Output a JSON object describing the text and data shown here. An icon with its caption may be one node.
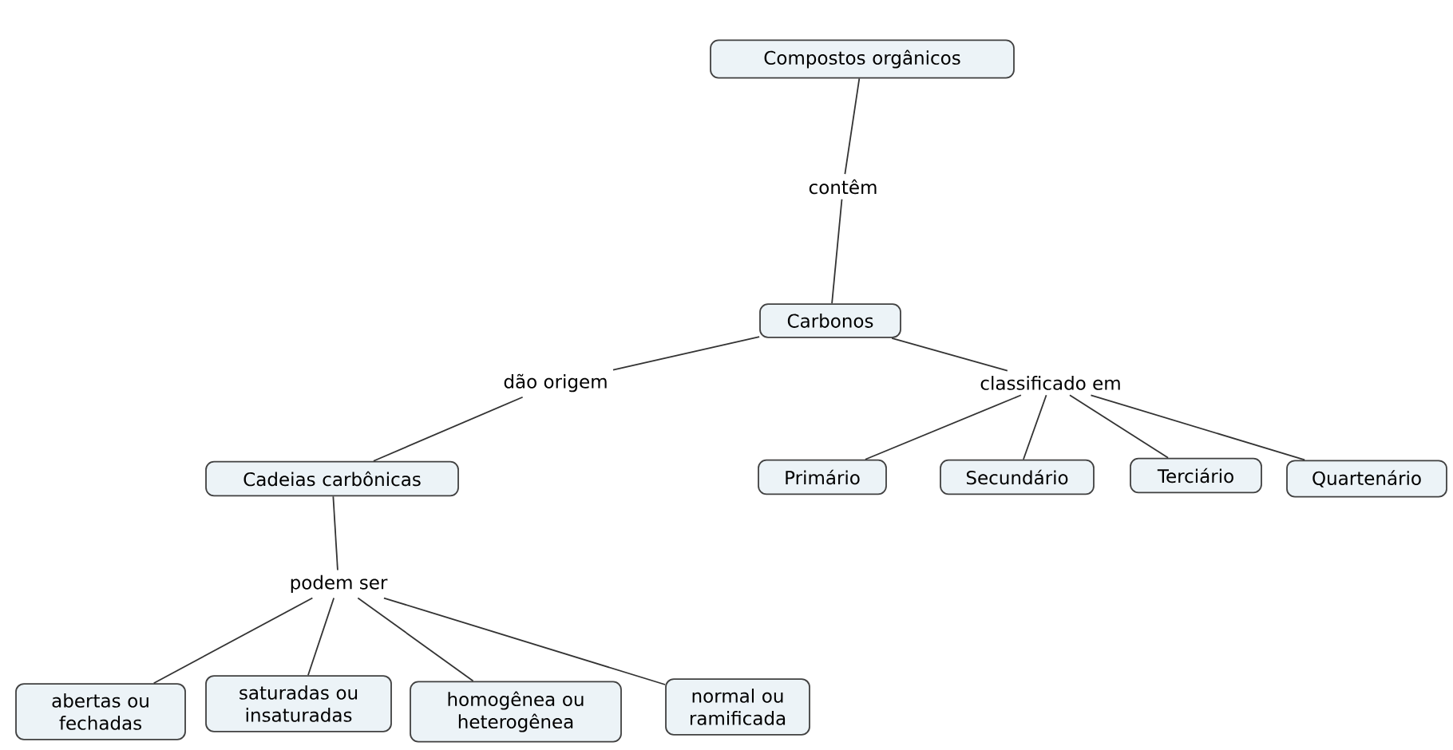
{
  "diagram": {
    "nodes": [
      {
        "text": [
          "Compostos orgânicos"
        ]
      },
      {
        "text": [
          "contêm"
        ]
      },
      {
        "text": [
          "Carbonos"
        ]
      },
      {
        "text": [
          "dão origem"
        ]
      },
      {
        "text": [
          "classificado em"
        ]
      },
      {
        "text": [
          "Cadeias carbônicas"
        ]
      },
      {
        "text": [
          "Primário"
        ]
      },
      {
        "text": [
          "Secundário"
        ]
      },
      {
        "text": [
          "Terciário"
        ]
      },
      {
        "text": [
          "Quartenário"
        ]
      },
      {
        "text": [
          "podem ser"
        ]
      },
      {
        "text": [
          "abertas ou fechadas"
        ]
      },
      {
        "text": [
          "saturadas ou insaturadas"
        ]
      },
      {
        "text": [
          "homogênea ou heterogênea"
        ]
      },
      {
        "text": [
          "normal ou ramificada"
        ]
      }
    ],
    "edges": [
      {
        "from": 0,
        "to": 1,
        "arrow": "none"
      },
      {
        "from": 1,
        "to": 2,
        "arrow": "none"
      },
      {
        "from": 2,
        "to": 3,
        "arrow": "none"
      },
      {
        "from": 3,
        "to": 5,
        "arrow": "none"
      },
      {
        "from": 2,
        "to": 4,
        "arrow": "none"
      },
      {
        "from": 4,
        "to": 6,
        "arrow": "none"
      },
      {
        "from": 4,
        "to": 7,
        "arrow": "none"
      },
      {
        "from": 4,
        "to": 8,
        "arrow": "none"
      },
      {
        "from": 4,
        "to": 9,
        "arrow": "none"
      },
      {
        "from": 5,
        "to": 10,
        "arrow": "none"
      },
      {
        "from": 10,
        "to": 11,
        "arrow": "none"
      },
      {
        "from": 10,
        "to": 12,
        "arrow": "none"
      },
      {
        "from": 10,
        "to": 13,
        "arrow": "none"
      },
      {
        "from": 10,
        "to": 14,
        "arrow": "none"
      }
    ]
  }
}
